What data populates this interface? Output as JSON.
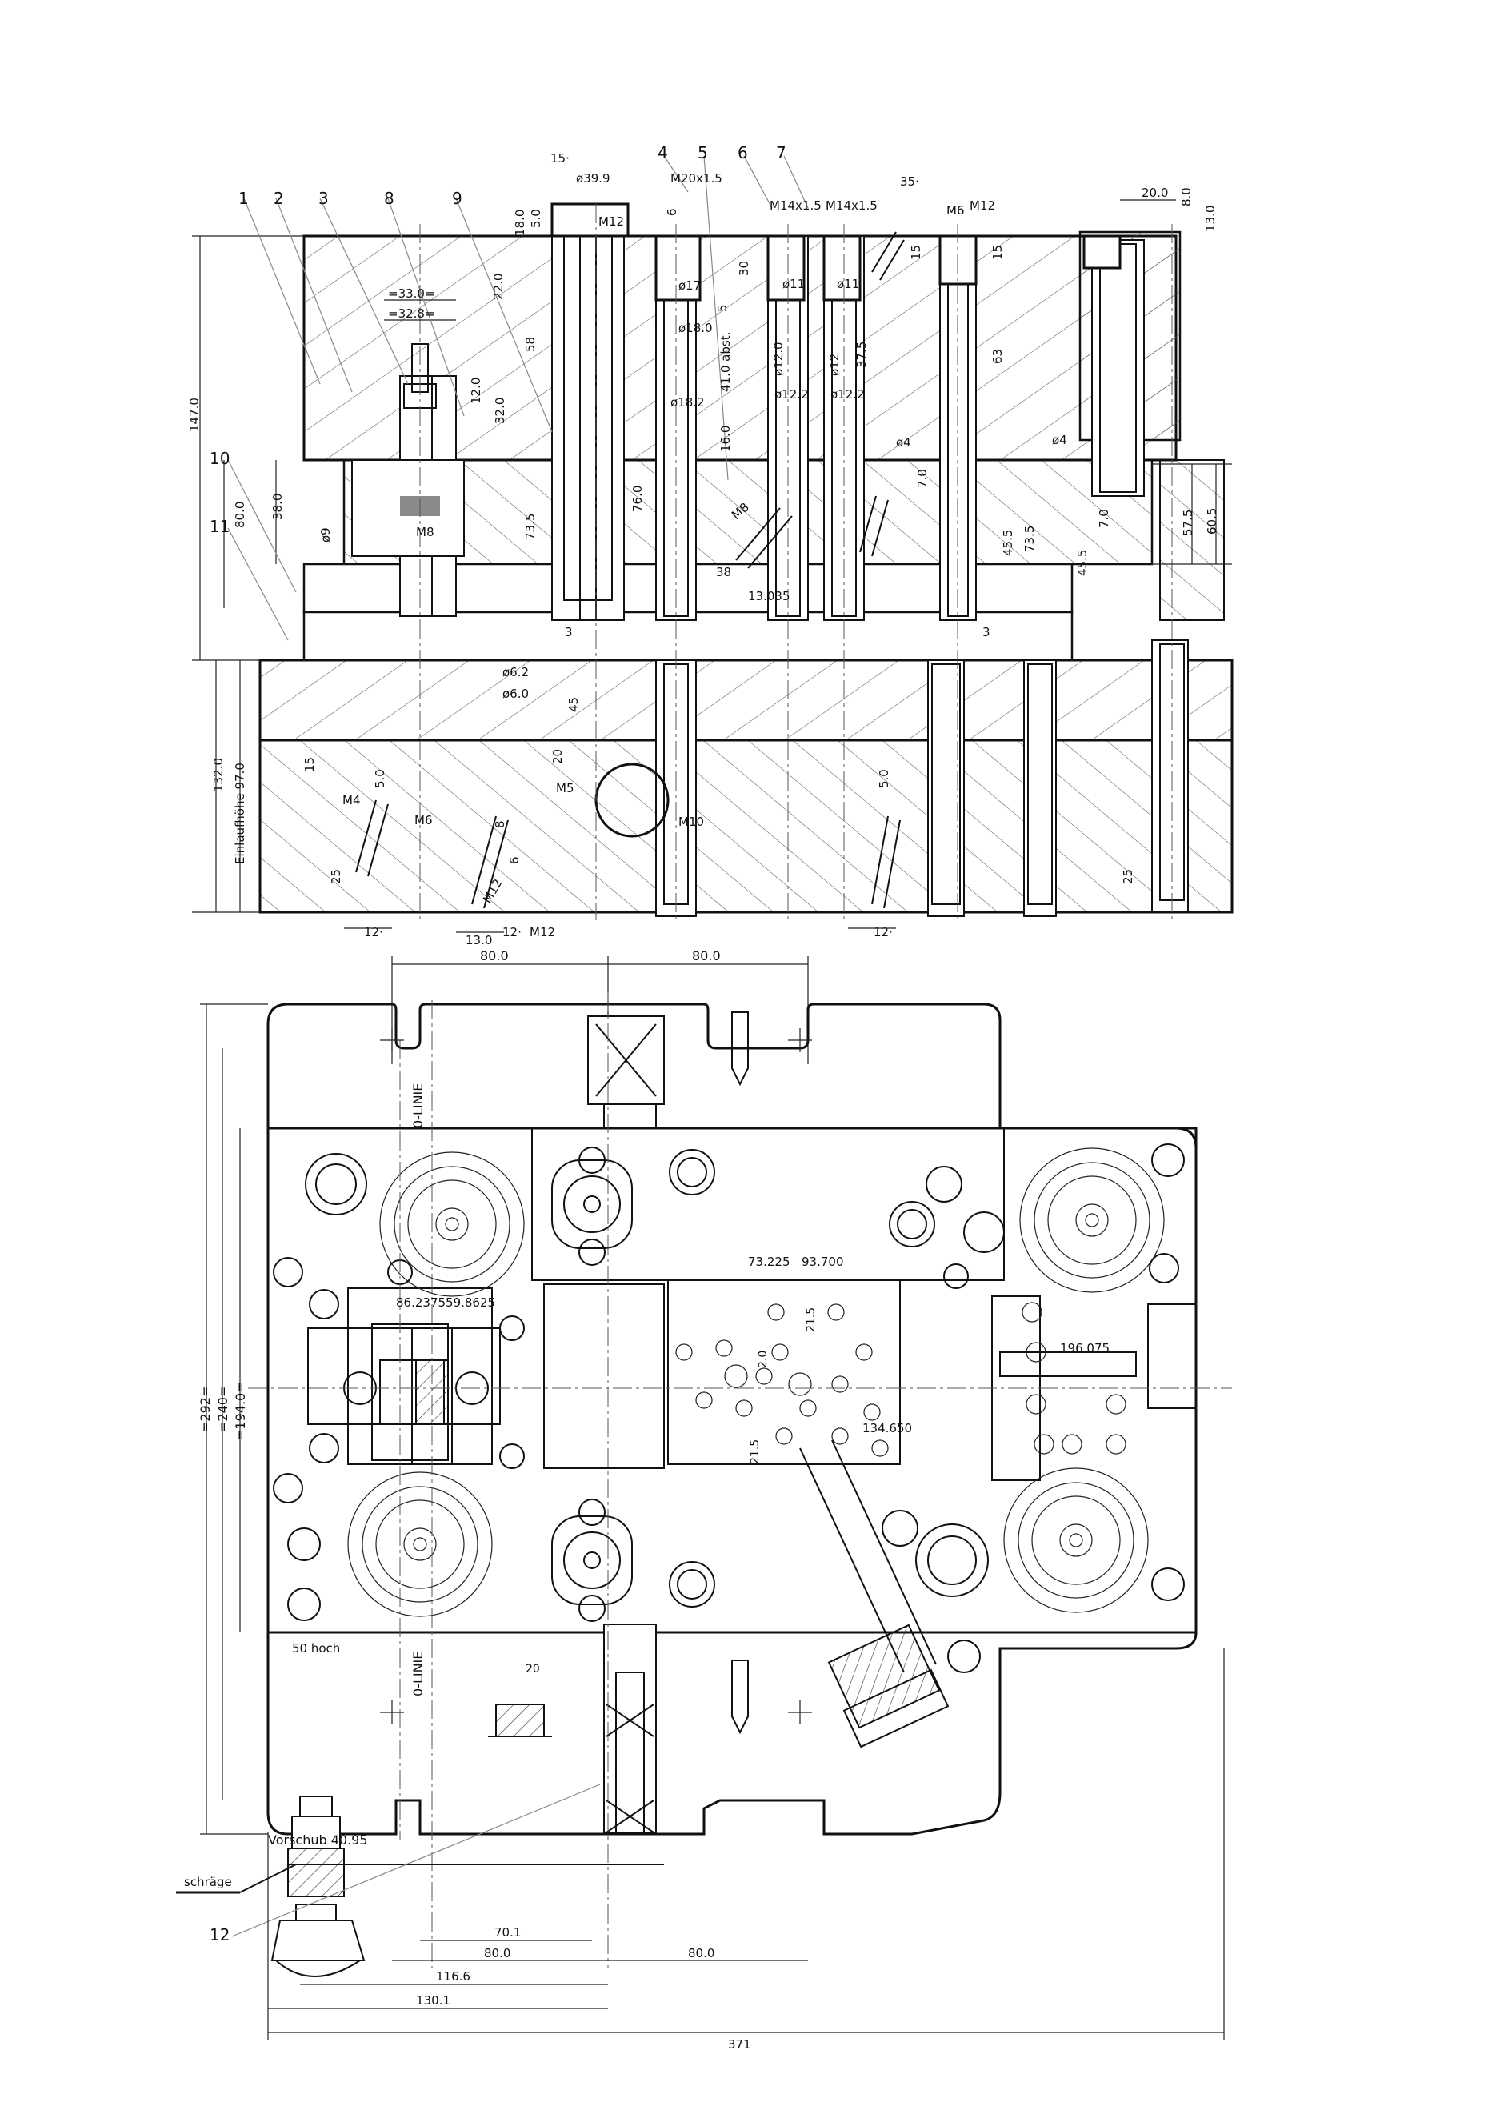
{
  "section_view": {
    "balloons": [
      "1",
      "2",
      "3",
      "8",
      "9",
      "4",
      "5",
      "6",
      "7",
      "10",
      "11"
    ],
    "top_labels": {
      "angle_15": "15·",
      "dia_39_9": "ø39.9",
      "m20": "M20x1.5",
      "m14a": "M14x1.5",
      "m14b": "M14x1.5",
      "angle_35": "35·",
      "m6": "M6",
      "m12": "M12",
      "d20": "20.0",
      "d8": "8.0",
      "d13": "13.0",
      "d18": "18.0",
      "d5": "5.0",
      "m12b": "M12",
      "d6": "6"
    },
    "left_dims": {
      "d147": "147.0",
      "d33": "=33.0=",
      "d32_8": "=32.8=",
      "d22": "22.0",
      "d58": "58",
      "d12": "12.0",
      "d32": "32.0",
      "d80": "80.0",
      "d38": "38.0",
      "dia9": "ø9",
      "m8": "M8",
      "d73_5": "73.5",
      "d132": "132.0",
      "d97": "Einlaufhöhe 97.0",
      "d15": "15"
    },
    "center_dims": {
      "dia17": "ø17",
      "dia18": "ø18.0",
      "dia18_2": "ø18.2",
      "d30": "30",
      "d5": "5",
      "d41": "41.0 abst.",
      "d16": "16.0",
      "d76": "76.0",
      "m8": "M8",
      "d38": "38",
      "d13_035": "13.035",
      "dia11a": "ø11",
      "dia11b": "ø11",
      "dia12a": "ø12.0",
      "dia12b": "ø12",
      "dia12c": "ø12.2",
      "dia12d": "ø12.2",
      "d37_5": "37.5",
      "d15": "15",
      "d63": "63",
      "d15b": "15",
      "dia4a": "ø4",
      "dia4b": "ø4",
      "d7a": "7.0",
      "d7b": "7.0",
      "d45_5": "45.5",
      "d73_5b": "73.5",
      "d45_5b": "45.5",
      "d57_5": "57.5",
      "d60_5": "60.5",
      "d3": "3",
      "d3b": "3"
    },
    "bottom_labels": {
      "dia6_2": "ø6.2",
      "dia6": "ø6.0",
      "d45": "45",
      "d20": "20",
      "m5": "M5",
      "m4": "M4",
      "d5a": "5.0",
      "m6": "M6",
      "d8": "8",
      "d6": "6",
      "m10": "M10",
      "m12": "M12",
      "m12b": "M12",
      "d25": "25",
      "d25b": "25",
      "d5b": "5.0",
      "a12a": "12·",
      "a12b": "12·",
      "a12c": "12·",
      "d13": "13.0"
    }
  },
  "plan_view": {
    "d80_left": "80.0",
    "d80_right": "80.0",
    "d292": "=292=",
    "d240": "=240=",
    "d194": "=194.0=",
    "o_linie_top": "0-LINIE",
    "o_linie_bottom": "0-LINIE",
    "coord_86": "86.237559.8625",
    "coord_73": "73.225",
    "coord_93": "93.700",
    "d21_5a": "21.5",
    "d21_5b": "21.5",
    "d2": "2.0",
    "coord_196": "196.075",
    "coord_134": "134.650",
    "hoch": "50 hoch",
    "d20": "20",
    "vorschub": "Vorschub 40.95",
    "schraege": "schräge",
    "balloon_12": "12",
    "d70_1": "70.1",
    "d80_b1": "80.0",
    "d80_b2": "80.0",
    "d116_6": "116.6",
    "d130_1": "130.1",
    "d371": "371"
  }
}
